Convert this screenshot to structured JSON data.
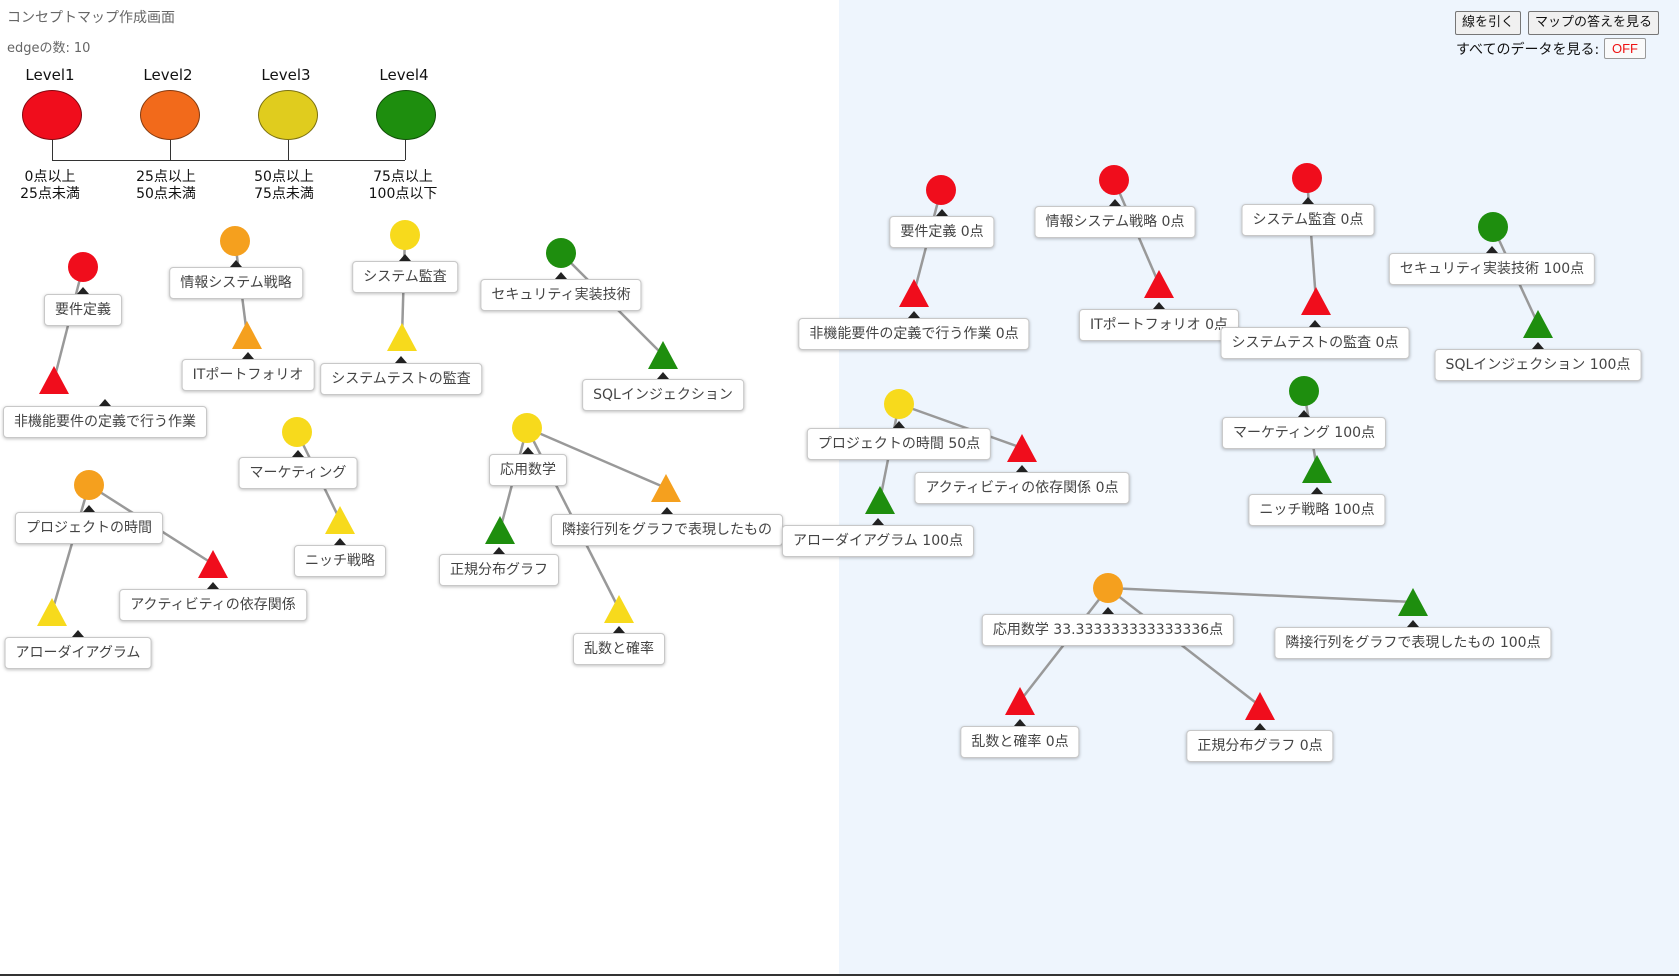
{
  "screen_title": "コンセプトマップ作成画面",
  "edge_count_label": "edgeの数:",
  "edge_count_value": "10",
  "colors": {
    "level1": "#f00d1c",
    "level2": "#f26a1b",
    "level3": "#e0cc1e",
    "level4": "#1e8e0e",
    "red": "#f00d1c",
    "orange": "#f5a01e",
    "yellow": "#f7da1c",
    "green": "#1e8e0e",
    "edge": "#999999",
    "right_panel": "#eef5fd"
  },
  "legend": [
    {
      "level": "Level1",
      "range_line1": "0点以上",
      "range_line2": "25点未満"
    },
    {
      "level": "Level2",
      "range_line1": "25点以上",
      "range_line2": "50点未満"
    },
    {
      "level": "Level3",
      "range_line1": "50点以上",
      "range_line2": "75点未満"
    },
    {
      "level": "Level4",
      "range_line1": "75点以上",
      "range_line2": "100点以下"
    }
  ],
  "toolbar": {
    "draw_line_button": "線を引く",
    "show_answer_button": "マップの答えを見る",
    "show_all_data_label": "すべてのデータを見る:",
    "show_all_data_toggle": "OFF"
  },
  "left_map": {
    "nodes": [
      {
        "id": "L-yoken",
        "label": "要件定義",
        "shape": "circle",
        "color": "red"
      },
      {
        "id": "L-hikino",
        "label": "非機能要件の定義で行う作業",
        "shape": "triangle",
        "color": "red"
      },
      {
        "id": "L-joho",
        "label": "情報システム戦略",
        "shape": "circle",
        "color": "orange"
      },
      {
        "id": "L-itport",
        "label": "ITポートフォリオ",
        "shape": "triangle",
        "color": "orange"
      },
      {
        "id": "L-kansa",
        "label": "システム監査",
        "shape": "circle",
        "color": "yellow"
      },
      {
        "id": "L-systest",
        "label": "システムテストの監査",
        "shape": "triangle",
        "color": "yellow"
      },
      {
        "id": "L-security",
        "label": "セキュリティ実装技術",
        "shape": "circle",
        "color": "green"
      },
      {
        "id": "L-sql",
        "label": "SQLインジェクション",
        "shape": "triangle",
        "color": "green"
      },
      {
        "id": "L-marketing",
        "label": "マーケティング",
        "shape": "circle",
        "color": "yellow"
      },
      {
        "id": "L-niche",
        "label": "ニッチ戦略",
        "shape": "triangle",
        "color": "yellow"
      },
      {
        "id": "L-oyo",
        "label": "応用数学",
        "shape": "circle",
        "color": "yellow"
      },
      {
        "id": "L-seiki",
        "label": "正規分布グラフ",
        "shape": "triangle",
        "color": "green"
      },
      {
        "id": "L-ranran",
        "label": "乱数と確率",
        "shape": "triangle",
        "color": "yellow"
      },
      {
        "id": "L-ringi",
        "label": "隣接行列をグラフで表現したもの",
        "shape": "triangle",
        "color": "orange"
      },
      {
        "id": "L-project",
        "label": "プロジェクトの時間",
        "shape": "circle",
        "color": "orange"
      },
      {
        "id": "L-arrow",
        "label": "アローダイアグラム",
        "shape": "triangle",
        "color": "yellow"
      },
      {
        "id": "L-activity",
        "label": "アクティビティの依存関係",
        "shape": "triangle",
        "color": "red"
      }
    ],
    "edges": [
      [
        "L-yoken",
        "L-hikino"
      ],
      [
        "L-joho",
        "L-itport"
      ],
      [
        "L-kansa",
        "L-systest"
      ],
      [
        "L-security",
        "L-sql"
      ],
      [
        "L-marketing",
        "L-niche"
      ],
      [
        "L-oyo",
        "L-seiki"
      ],
      [
        "L-oyo",
        "L-ranran"
      ],
      [
        "L-oyo",
        "L-ringi"
      ],
      [
        "L-project",
        "L-arrow"
      ],
      [
        "L-project",
        "L-activity"
      ]
    ]
  },
  "right_map": {
    "nodes": [
      {
        "id": "R-yoken",
        "label": "要件定義 0点",
        "shape": "circle",
        "color": "red"
      },
      {
        "id": "R-hikino",
        "label": "非機能要件の定義で行う作業 0点",
        "shape": "triangle",
        "color": "red"
      },
      {
        "id": "R-joho",
        "label": "情報システム戦略 0点",
        "shape": "circle",
        "color": "red"
      },
      {
        "id": "R-itport",
        "label": "ITポートフォリオ 0点",
        "shape": "triangle",
        "color": "red"
      },
      {
        "id": "R-kansa",
        "label": "システム監査 0点",
        "shape": "circle",
        "color": "red"
      },
      {
        "id": "R-systest",
        "label": "システムテストの監査 0点",
        "shape": "triangle",
        "color": "red"
      },
      {
        "id": "R-security",
        "label": "セキュリティ実装技術 100点",
        "shape": "circle",
        "color": "green"
      },
      {
        "id": "R-sql",
        "label": "SQLインジェクション 100点",
        "shape": "triangle",
        "color": "green"
      },
      {
        "id": "R-project",
        "label": "プロジェクトの時間 50点",
        "shape": "circle",
        "color": "yellow"
      },
      {
        "id": "R-activity",
        "label": "アクティビティの依存関係 0点",
        "shape": "triangle",
        "color": "red"
      },
      {
        "id": "R-arrow",
        "label": "アローダイアグラム 100点",
        "shape": "triangle",
        "color": "green"
      },
      {
        "id": "R-marketing",
        "label": "マーケティング 100点",
        "shape": "circle",
        "color": "green"
      },
      {
        "id": "R-niche",
        "label": "ニッチ戦略 100点",
        "shape": "triangle",
        "color": "green"
      },
      {
        "id": "R-oyo",
        "label": "応用数学 33.333333333333336点",
        "shape": "circle",
        "color": "orange"
      },
      {
        "id": "R-ringi",
        "label": "隣接行列をグラフで表現したもの 100点",
        "shape": "triangle",
        "color": "green"
      },
      {
        "id": "R-ranran",
        "label": "乱数と確率 0点",
        "shape": "triangle",
        "color": "red"
      },
      {
        "id": "R-seiki",
        "label": "正規分布グラフ 0点",
        "shape": "triangle",
        "color": "red"
      }
    ],
    "edges": [
      [
        "R-yoken",
        "R-hikino"
      ],
      [
        "R-joho",
        "R-itport"
      ],
      [
        "R-kansa",
        "R-systest"
      ],
      [
        "R-security",
        "R-sql"
      ],
      [
        "R-project",
        "R-activity"
      ],
      [
        "R-project",
        "R-arrow"
      ],
      [
        "R-marketing",
        "R-niche"
      ],
      [
        "R-oyo",
        "R-ringi"
      ],
      [
        "R-oyo",
        "R-ranran"
      ],
      [
        "R-oyo",
        "R-seiki"
      ]
    ]
  }
}
